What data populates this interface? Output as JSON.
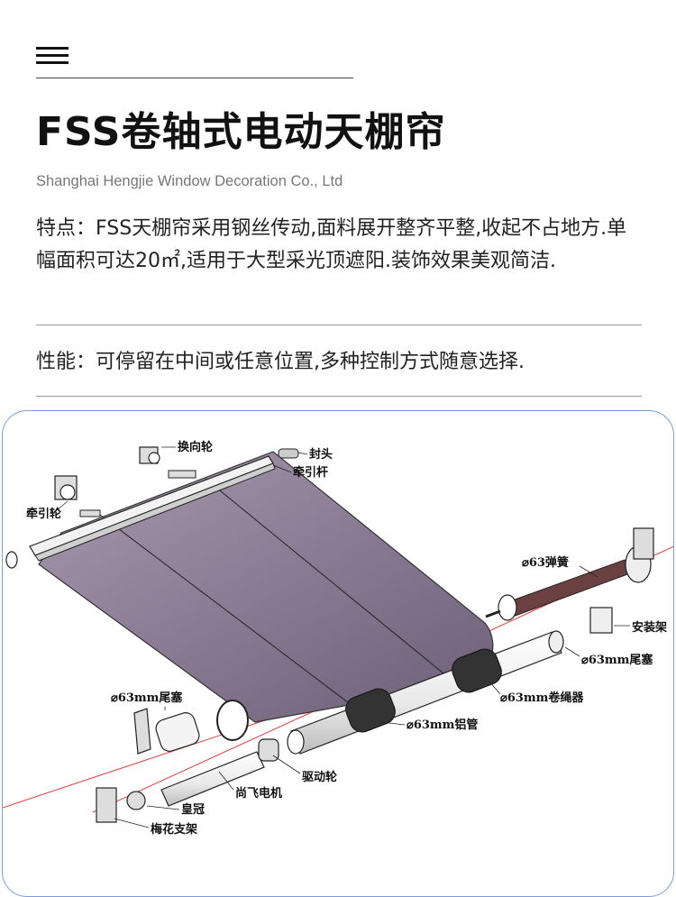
{
  "header": {
    "title": "FSS卷轴式电动天棚帘",
    "company": "Shanghai Hengjie Window Decoration Co., Ltd"
  },
  "content": {
    "features": "特点：FSS天棚帘采用钢丝传动,面料展开整齐平整,收起不占地方.单幅面积可达20㎡,适用于大型采光顶遮阳.装饰效果美观简洁.",
    "performance": "性能：可停留在中间或任意位置,多种控制方式随意选择."
  },
  "diagram": {
    "labels": {
      "turning_wheel": "换向轮",
      "end_cap": "封头",
      "traction_rod": "牵引杆",
      "traction_wheel": "牵引轮",
      "spring_63": "⌀63弹簧",
      "mount_bracket": "安装架",
      "tail_plug_63_right": "⌀63mm尾塞",
      "rope_tube_63": "⌀63mm卷绳器",
      "tail_plug_63_left": "⌀63mm尾塞",
      "alu_tube_63": "⌀63mm铝管",
      "drive_wheel": "驱动轮",
      "motor": "尚飞电机",
      "crown": "皇冠",
      "plum_bracket": "梅花支架"
    },
    "colors": {
      "fabric": "#8a7a93",
      "axis_line": "#e04040",
      "frame": "#7a9fd8"
    }
  }
}
